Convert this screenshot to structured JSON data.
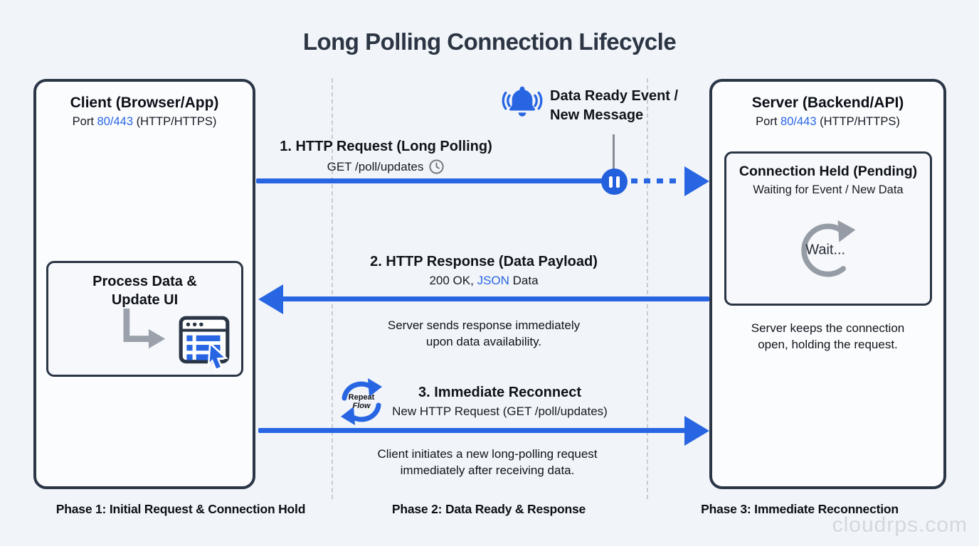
{
  "title": "Long Polling Connection Lifecycle",
  "client": {
    "title": "Client (Browser/App)",
    "port_prefix": "Port ",
    "port_value": "80/443",
    "port_suffix": " (HTTP/HTTPS)",
    "process": {
      "line1": "Process Data &",
      "line2": "Update UI"
    }
  },
  "server": {
    "title": "Server (Backend/API)",
    "port_prefix": "Port ",
    "port_value": "80/443",
    "port_suffix": " (HTTP/HTTPS)",
    "held": {
      "title": "Connection Held (Pending)",
      "subtitle": "Waiting for Event / New Data",
      "wait": "Wait..."
    },
    "note_line1": "Server keeps the connection",
    "note_line2": "open, holding the request."
  },
  "flow1": {
    "title": "1. HTTP Request (Long Polling)",
    "subtitle": "GET /poll/updates"
  },
  "event": {
    "line1": "Data Ready Event /",
    "line2": "New Message"
  },
  "flow2": {
    "title": "2. HTTP Response (Data Payload)",
    "sub_prefix": "200 OK, ",
    "sub_highlight": "JSON",
    "sub_suffix": " Data",
    "note_line1": "Server sends response immediately",
    "note_line2": "upon data availability."
  },
  "flow3": {
    "title": "3. Immediate Reconnect",
    "subtitle": "New HTTP Request (GET /poll/updates)",
    "icon_line1": "Repeat",
    "icon_line2": "Flow",
    "note_line1": "Client initiates a new long-polling request",
    "note_line2": "immediately after receiving data."
  },
  "phases": [
    {
      "label": "Phase 1: Initial Request & Connection Hold"
    },
    {
      "label": "Phase 2: Data Ready & Response"
    },
    {
      "label": "Phase 3: Immediate Reconnection"
    }
  ],
  "watermark": "cloudrps.com",
  "colors": {
    "accent": "#2765e3",
    "dark": "#2a3646",
    "gray": "#8f96a0"
  }
}
